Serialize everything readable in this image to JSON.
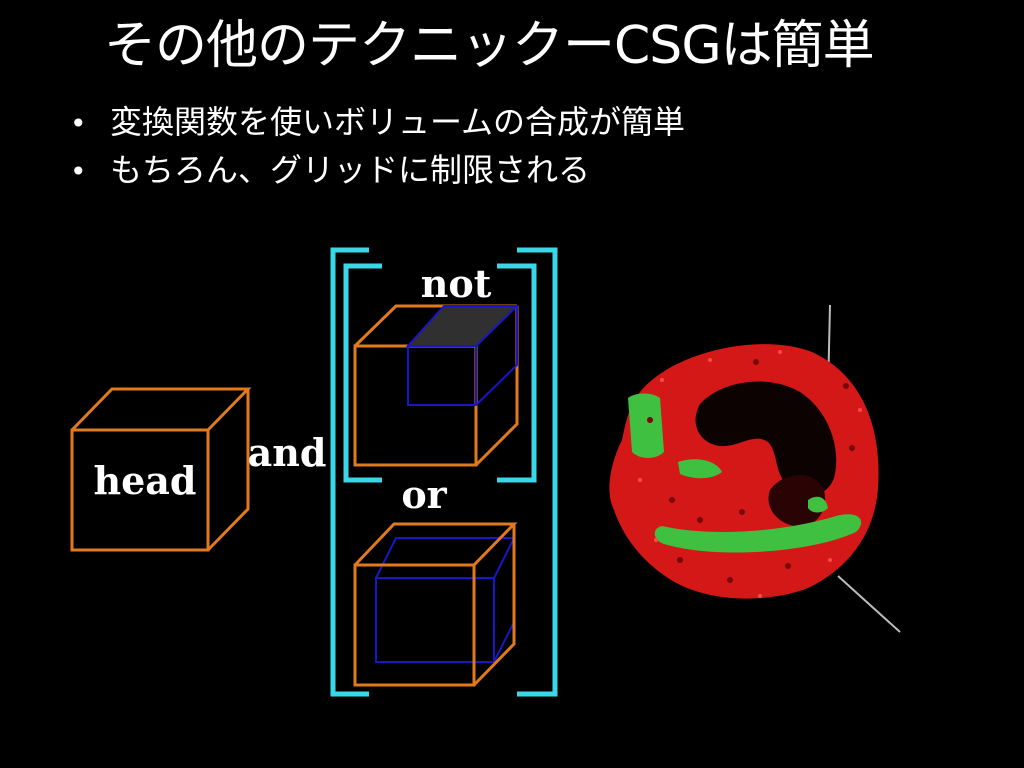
{
  "slide": {
    "title": "その他のテクニックーCSGは簡単",
    "bullets": [
      "変換関数を使いボリュームの合成が簡単",
      "もちろん、グリッドに制限される"
    ]
  },
  "diagram": {
    "labels": {
      "head": "head",
      "and": "and",
      "not": "not",
      "or": "or"
    }
  },
  "colors": {
    "background": "#000000",
    "text": "#ffffff",
    "cube_outline": "#e07a1c",
    "subtract_cube": "#1a16c8",
    "bracket": "#38d8e8",
    "shaded_face": "#303030",
    "volume_red": "#d41818",
    "volume_green": "#40c040"
  }
}
